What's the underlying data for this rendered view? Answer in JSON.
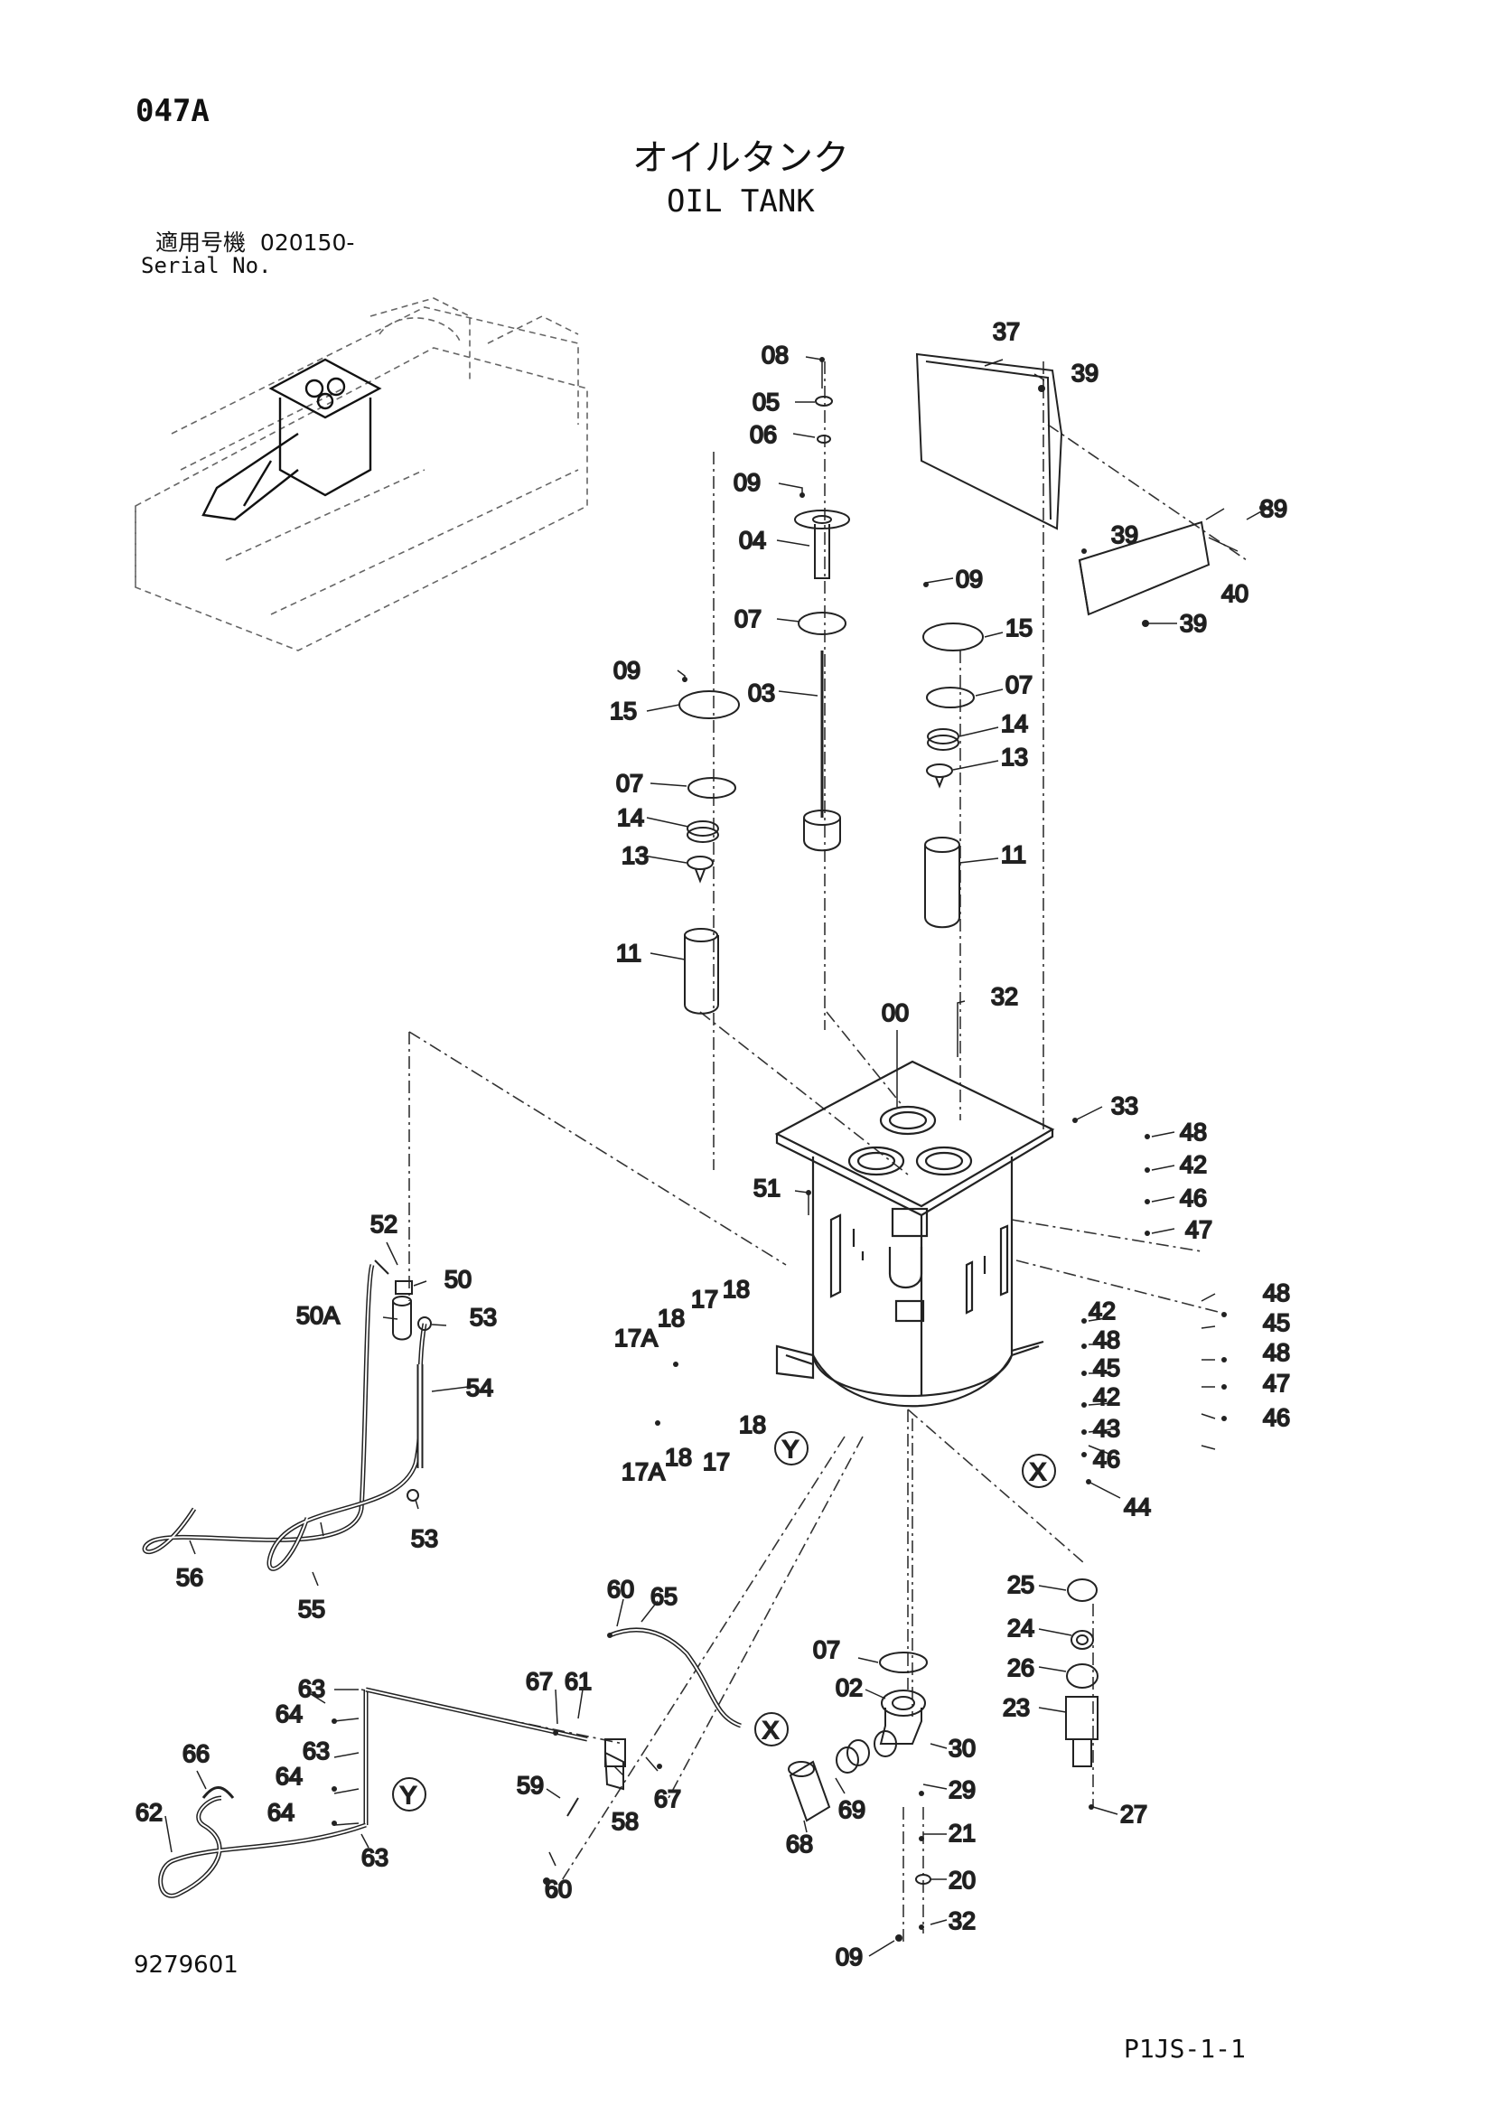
{
  "header": {
    "page_code": "047A",
    "title_jp": "オイルタンク",
    "title_en": "OIL TANK",
    "serial_label_jp": "適用号機",
    "serial_value": "020150-",
    "serial_label_en": "Serial No."
  },
  "footer": {
    "drawing_number": "9279601",
    "sheet_code": "P1JS-1-1"
  },
  "callouts": {
    "p00": "00",
    "p02": "02",
    "p03": "03",
    "p04": "04",
    "p05": "05",
    "p06": "06",
    "p07": "07",
    "p08": "08",
    "p09": "09",
    "p11": "11",
    "p13": "13",
    "p14": "14",
    "p15": "15",
    "p17": "17",
    "p17A": "17A",
    "p18": "18",
    "p20": "20",
    "p21": "21",
    "p23": "23",
    "p24": "24",
    "p25": "25",
    "p26": "26",
    "p27": "27",
    "p29": "29",
    "p30": "30",
    "p32": "32",
    "p33": "33",
    "p37": "37",
    "p39": "39",
    "p40": "40",
    "p42": "42",
    "p43": "43",
    "p44": "44",
    "p45": "45",
    "p46": "46",
    "p47": "47",
    "p48": "48",
    "p50": "50",
    "p50A": "50A",
    "p51": "51",
    "p52": "52",
    "p53": "53",
    "p54": "54",
    "p55": "55",
    "p56": "56",
    "p58": "58",
    "p59": "59",
    "p60": "60",
    "p61": "61",
    "p62": "62",
    "p63": "63",
    "p64": "64",
    "p65": "65",
    "p66": "66",
    "p67": "67",
    "p68": "68",
    "p69": "69"
  },
  "reference_marks": {
    "x": "X",
    "y": "Y"
  }
}
